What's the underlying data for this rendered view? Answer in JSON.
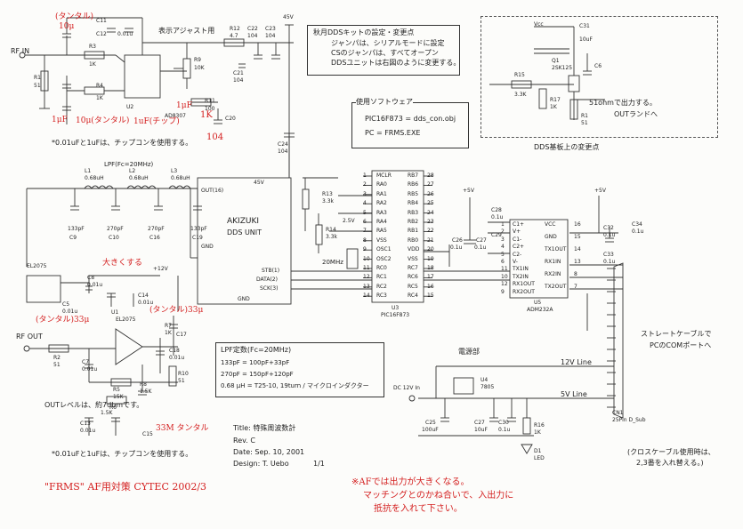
{
  "notes_box": {
    "title": "秋月DDSキットの設定・変更点",
    "line1": "ジャンパは、シリアルモードに設定",
    "line2": "CSのジャンパは、すべてオープン",
    "line3": "DDSユニットは右図のように変更する。"
  },
  "software_box": {
    "title": "使用ソフトウェア",
    "line1": "PIC16F873 = dds_con.obj",
    "line2": "PC = FRMS.EXE"
  },
  "dds_board": {
    "caption": "DDS基板上の変更点",
    "vcc": "Vcc",
    "c31": "C31",
    "c31_val": "10uF",
    "q1": "Q1",
    "q1_part": "2SK125",
    "c6": "C6",
    "r15": "R15",
    "r15_val": "3.3K",
    "r17": "R17",
    "r17_val": "1K",
    "r1": "R1",
    "r1_val": "51",
    "out_note1": "51ohmで出力する。",
    "out_note2": "OUTランドへ"
  },
  "input_section": {
    "rf_in": "RF IN",
    "r1": "R1",
    "r1_val": "51",
    "r3": "R3",
    "r3_val": "1K",
    "r4": "R4",
    "r4_val": "1K",
    "u2": "U2",
    "u2_part": "AD8307",
    "adjust_label": "表示アジャスト用",
    "r9": "R9",
    "r9_val": "10K",
    "r12": "R12",
    "r12_val": "4.7",
    "r11": "R11",
    "r11_val": "100",
    "c11": "C11",
    "c12": "C12",
    "c21": "C21",
    "c22": "C22",
    "c23": "C23",
    "c20": "C20",
    "c24": "C24",
    "cap_val": "0.01u",
    "cap_104": "104",
    "v45": "45V",
    "note": "*0.01uFと1uFは、チップコンを使用する。"
  },
  "handwritten": {
    "tantal_1": "(タンタル)",
    "val_10u": "10μ",
    "c1_note": "10μ(タンタル)",
    "c2_note": "1μF",
    "c3_note": "1uF(チップ)",
    "c4_note": "1μF",
    "chip_104": "104",
    "tantal_33m_a": "(タンタル)33μ",
    "tantal_33m_b": "(タンタル)33μ",
    "tantal_33m_c": "33M タンタル",
    "big_note": "大きくする",
    "title_note": "\"FRMS\" AF用対策  CYTEC  2002/3",
    "af_note1": "※AFでは出力が大きくなる。",
    "af_note2": "マッチングとのかね合いで、入出力に",
    "af_note3": "抵抗を入れて下さい。",
    "k1": "1K"
  },
  "lpf": {
    "label": "LPF(Fc=20MHz)",
    "l1": "L1",
    "l2": "L2",
    "l3": "L3",
    "l_val": "0.68uH",
    "c9": "C9",
    "c10": "C10",
    "c16": "C16",
    "c19": "C19",
    "c9_val": "133pF",
    "c10_val": "270pF",
    "c16_val": "270pF",
    "c19_val": "133pF"
  },
  "dds_unit": {
    "title1": "AKIZUKI",
    "title2": "DDS UNIT",
    "v45": "45V",
    "out": "OUT(16)",
    "gnd": "GND",
    "gnd_bottom": "GND",
    "stb": "STB(1)",
    "data": "DATA(2)",
    "sck": "SCK(3)"
  },
  "pic": {
    "name": "U3",
    "part": "PIC16F873",
    "left_pins": [
      "MCLR",
      "RA0",
      "RA1",
      "RA2",
      "RA3",
      "RA4",
      "RA5",
      "VSS",
      "OSC1",
      "OSC2",
      "RC0",
      "RC1",
      "RC2",
      "RC3"
    ],
    "right_pins": [
      "RB7",
      "RB6",
      "RB5",
      "RB4",
      "RB3",
      "RB2",
      "RB1",
      "RB0",
      "VDD",
      "VSS",
      "RC7",
      "RC6",
      "RC5",
      "RC4"
    ],
    "left_nums": [
      "1",
      "2",
      "3",
      "4",
      "5",
      "6",
      "7",
      "8",
      "9",
      "10",
      "11",
      "12",
      "13",
      "14"
    ],
    "right_nums": [
      "28",
      "27",
      "26",
      "25",
      "24",
      "23",
      "22",
      "21",
      "20",
      "19",
      "18",
      "17",
      "16",
      "15"
    ],
    "r13": "R13",
    "r13_val": "3.3k",
    "r14": "R14",
    "r14_val": "3.3k",
    "v25": "2.5V",
    "xtal": "20MHz",
    "c26": "C26",
    "c26_val": "0.1u",
    "v5": "+5V"
  },
  "adm": {
    "name": "U5",
    "part": "ADM232A",
    "left_pins": [
      "C1+",
      "V+",
      "C1-",
      "C2+",
      "C2-",
      "V-",
      "TX1IN",
      "TX2IN",
      "RX1OUT",
      "RX2OUT"
    ],
    "right_pins": [
      "VCC",
      "GND",
      "TX1OUT",
      "RX1IN",
      "RX2IN",
      "TX2OUT"
    ],
    "left_nums": [
      "1",
      "2",
      "3",
      "4",
      "5",
      "6",
      "11",
      "10",
      "12",
      "9"
    ],
    "right_nums": [
      "16",
      "15",
      "14",
      "13",
      "8",
      "7"
    ],
    "c28": "C28",
    "c27": "C27",
    "c29": "C29",
    "c32": "C32",
    "c33": "C33",
    "c34": "C34",
    "cap_val": "0.1u",
    "v5": "+5V"
  },
  "connector": {
    "cable_note1": "ストレートケーブルで",
    "cable_note2": "PCのCOMポートへ",
    "cn": "CN1",
    "cn_part": "25Pin D_Sub",
    "cross_note1": "(クロスケーブル使用時は、",
    "cross_note2": "2,3番を入れ替える。)"
  },
  "output_section": {
    "el2075": "EL2075",
    "el2075_b": "EL2075",
    "u1": "U1",
    "v12": "+12V",
    "rf_out": "RF OUT",
    "r2": "R2",
    "r2_val": "51",
    "r5": "R5",
    "r5_val": "15K",
    "r6": "R6",
    "r6_val": "1.5K",
    "r7": "R7",
    "r7_val": "1K",
    "r8": "R8",
    "r8_val": "1.5K",
    "r10": "R10",
    "r10_val": "51",
    "c5": "C5",
    "c7": "C7",
    "c8": "C8",
    "c13": "C13",
    "c14": "C14",
    "c15": "C15",
    "c17": "C17",
    "c18": "C18",
    "cap_val": "0.01u",
    "out_level": "OUTレベルは、約7dbmです。",
    "note": "*0.01uFと1uFは、チップコンを使用する。"
  },
  "lpf_const": {
    "title": "LPF定数(Fc=20MHz)",
    "line1": "133pF = 100pF+33pF",
    "line2": "270pF = 150pF+120pF",
    "line3": "0.68 μH = T25-10, 19turn / マイクロインダクター"
  },
  "power": {
    "title": "電源部",
    "v12": "12V Line",
    "v5": "5V Line",
    "dc_in": "DC 12V In",
    "u4": "U4",
    "u4_part": "7805",
    "c25": "C25",
    "c25_val": "100uF",
    "c27": "C27",
    "c27_val": "10uF",
    "c30": "C30",
    "c30_val": "0.1u",
    "r16": "R16",
    "r16_val": "1K",
    "d1": "D1",
    "d1_part": "LED"
  },
  "title_block": {
    "title": "Title: 特殊周波数計",
    "rev": "Rev.  C",
    "date": "Date: Sep. 10, 2001",
    "design": "Design: T. Uebo",
    "sheet": "1/1"
  },
  "colors": {
    "ink": "#222222",
    "pen": "#d42020"
  }
}
